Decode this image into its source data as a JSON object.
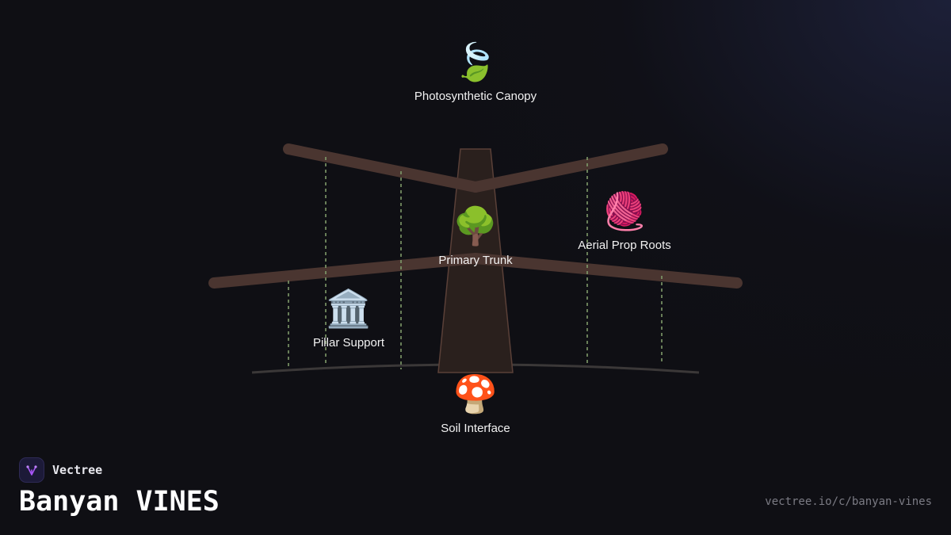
{
  "brand": {
    "name": "Vectree",
    "logo_icon": "vine-branch-icon",
    "accent": "#a855f7"
  },
  "title": "Banyan VINES",
  "url": "vectree.io/c/banyan-vines",
  "colors": {
    "branch": "#4a3530",
    "trunk_fill": "#2a201d",
    "trunk_stroke": "#5a4038",
    "vine_dashed": "#7f9a6a",
    "ground": "#3b3838",
    "text": "#ffffff"
  },
  "nodes": [
    {
      "id": "canopy",
      "label": "Photosynthetic Canopy",
      "icon": "leaf-fluttering-icon",
      "emoji": "🍃"
    },
    {
      "id": "trunk",
      "label": "Primary Trunk",
      "icon": "deciduous-tree-icon",
      "emoji": "🌳"
    },
    {
      "id": "aerial",
      "label": "Aerial Prop Roots",
      "icon": "yarn-ball-icon",
      "emoji": "🧶"
    },
    {
      "id": "pillar",
      "label": "Pillar Support",
      "icon": "classical-building-icon",
      "emoji": "🏛️"
    },
    {
      "id": "soil",
      "label": "Soil Interface",
      "icon": "mushroom-icon",
      "emoji": "🍄"
    }
  ]
}
